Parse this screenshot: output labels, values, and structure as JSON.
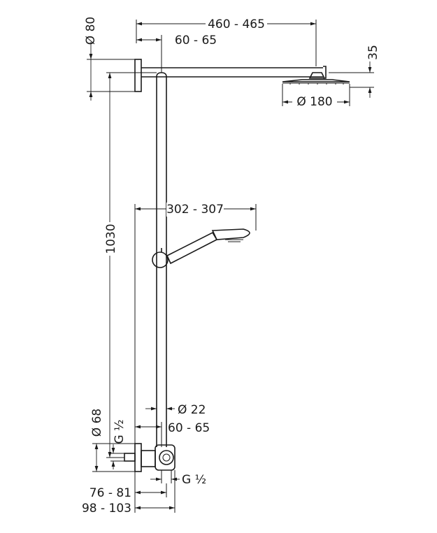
{
  "dimensions": {
    "top_width": "460 - 465",
    "top_offset": "60 - 65",
    "wall_flange_dia": "Ø 80",
    "head_height": "35",
    "head_dia": "Ø 180",
    "total_height": "1030",
    "handshower_reach": "302 - 307",
    "pipe_dia": "Ø 22",
    "bottom_offset": "60 - 65",
    "bottom_flange_dia": "Ø 68",
    "thread_left": "G ½",
    "thread_right": "G ½",
    "depth_1": "76 - 81",
    "depth_2": "98 - 103"
  }
}
